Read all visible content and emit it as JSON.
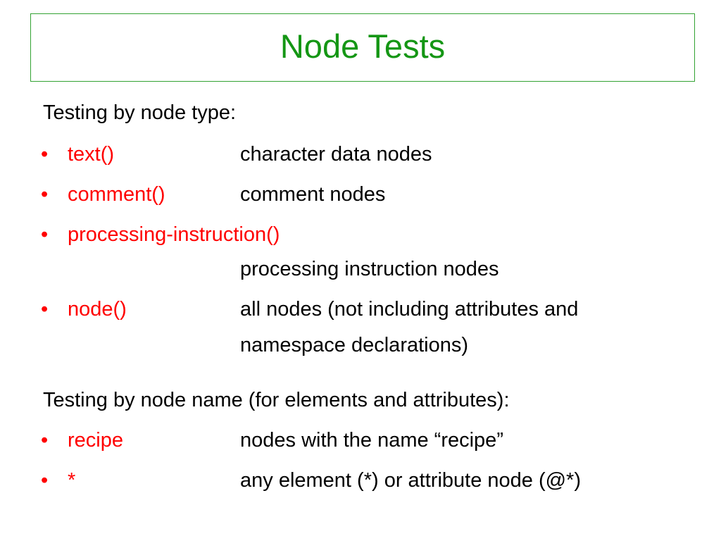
{
  "slide": {
    "title": "Node Tests",
    "colors": {
      "title": "#149614",
      "title_border": "#33a333",
      "term": "#ff0000",
      "text": "#000000"
    },
    "sections": [
      {
        "heading": "Testing by node type:",
        "items": [
          {
            "bullet": "•",
            "term": "text()",
            "description": [
              "character data nodes"
            ]
          },
          {
            "bullet": "•",
            "term": "comment()",
            "description": [
              "comment nodes"
            ]
          },
          {
            "bullet": "•",
            "term": "processing-instruction()",
            "description": [
              "processing instruction nodes"
            ]
          },
          {
            "bullet": "•",
            "term": "node()",
            "description": [
              "all nodes (not including attributes and",
              "namespace declarations)"
            ]
          }
        ]
      },
      {
        "heading": "Testing by node name (for elements and attributes):",
        "items": [
          {
            "bullet": "•",
            "term": "recipe",
            "description": [
              "nodes with the name “recipe”"
            ]
          },
          {
            "bullet": "•",
            "term": "*",
            "description": [
              "any element (*) or attribute node (@*)"
            ]
          }
        ]
      }
    ]
  }
}
